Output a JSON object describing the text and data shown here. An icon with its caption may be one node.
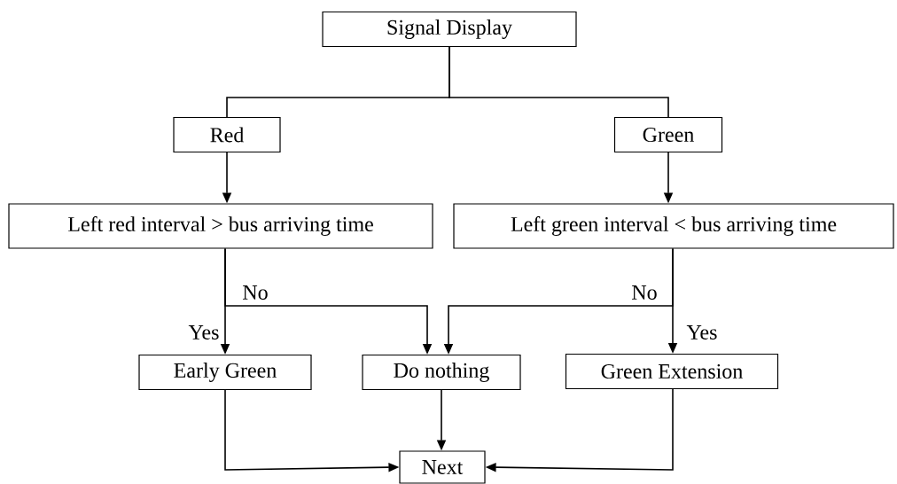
{
  "diagram": {
    "nodes": [
      {
        "text": [
          "Signal Display"
        ]
      },
      {
        "text": [
          "Red"
        ]
      },
      {
        "text": [
          "Green"
        ]
      },
      {
        "text": [
          "Left red interval > bus arriving time"
        ]
      },
      {
        "text": [
          "Left green interval < bus arriving time"
        ]
      },
      {
        "text": [
          "Early Green"
        ]
      },
      {
        "text": [
          "Do nothing"
        ]
      },
      {
        "text": [
          "Green Extension"
        ]
      },
      {
        "text": [
          "Next"
        ]
      }
    ],
    "edges": [
      {
        "from": 0,
        "to": 1,
        "arrow": "none"
      },
      {
        "from": 0,
        "to": 2,
        "arrow": "none"
      },
      {
        "from": 1,
        "to": 3,
        "arrow": "to"
      },
      {
        "from": 2,
        "to": 4,
        "arrow": "to"
      },
      {
        "from": 3,
        "to": 5,
        "arrow": "to",
        "label": "Yes"
      },
      {
        "from": 3,
        "to": 6,
        "arrow": "to",
        "label": "No"
      },
      {
        "from": 4,
        "to": 6,
        "arrow": "to",
        "label": "No"
      },
      {
        "from": 4,
        "to": 7,
        "arrow": "to",
        "label": "Yes"
      },
      {
        "from": 5,
        "to": 8,
        "arrow": "to"
      },
      {
        "from": 6,
        "to": 8,
        "arrow": "to"
      },
      {
        "from": 7,
        "to": 8,
        "arrow": "to"
      }
    ]
  }
}
